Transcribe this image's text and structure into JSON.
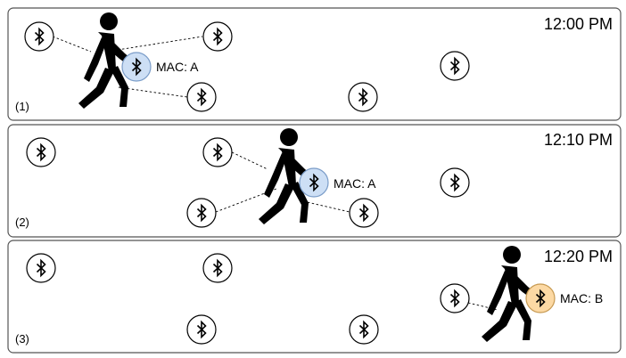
{
  "colors": {
    "device_a": "#cddff5",
    "device_b": "#fcd9a4",
    "device_stroke_a": "#7a9cc8",
    "device_stroke_b": "#c79a52"
  },
  "icons": {
    "beacon": "bluetooth-icon",
    "person": "walking-person-icon",
    "link": "dashed-connection-line"
  },
  "panels": [
    {
      "index_label": "(1)",
      "time": "12:00 PM",
      "device_mac": "MAC: A",
      "device_color": "device_a"
    },
    {
      "index_label": "(2)",
      "time": "12:10 PM",
      "device_mac": "MAC: A",
      "device_color": "device_a"
    },
    {
      "index_label": "(3)",
      "time": "12:20 PM",
      "device_mac": "MAC: B",
      "device_color": "device_b"
    }
  ]
}
